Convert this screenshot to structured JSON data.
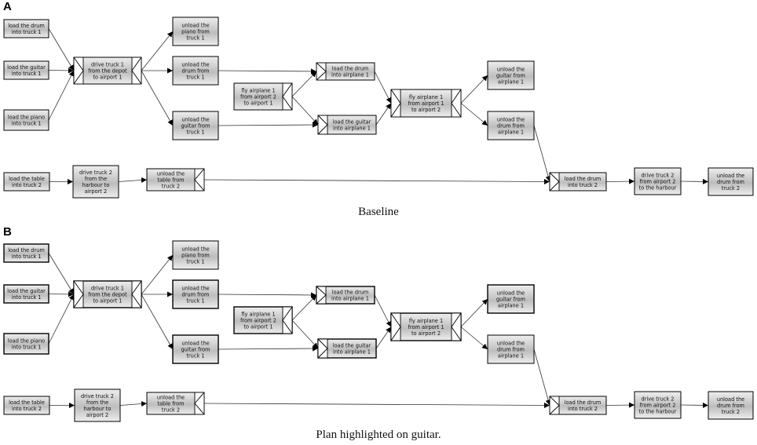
{
  "panels": [
    {
      "label": "A",
      "caption": "Baseline"
    },
    {
      "label": "B",
      "caption": "Plan highlighted on guitar."
    }
  ],
  "colors": {
    "node_fill_light": "#eeeeee",
    "node_fill_dark": "#bdbdbd",
    "border_default": "#000000",
    "highlight_yellow": "#f3e600",
    "highlight_blue": "#2c3fd6",
    "edge": "#333333"
  },
  "nodes": [
    {
      "id": "load_drum_t1",
      "lines": [
        "load the drum",
        "into truck 1"
      ],
      "highlight_b": "blue"
    },
    {
      "id": "load_guitar_t1",
      "lines": [
        "load the guitar",
        "into truck 1"
      ],
      "highlight_b": "yellow"
    },
    {
      "id": "load_piano_t1",
      "lines": [
        "load the piano",
        "into truck 1"
      ],
      "highlight_b": "blue"
    },
    {
      "id": "drive_t1",
      "lines": [
        "drive truck 1",
        "from the depot",
        "to airport 1"
      ],
      "highlight_b": "yellow"
    },
    {
      "id": "unload_piano_t1",
      "lines": [
        "unload the",
        "piano from",
        "truck 1"
      ],
      "highlight_b": "none"
    },
    {
      "id": "unload_drum_t1",
      "lines": [
        "unload the",
        "drum from",
        "truck 1"
      ],
      "highlight_b": "yellow"
    },
    {
      "id": "unload_guitar_t1",
      "lines": [
        "unload the",
        "guitar from",
        "truck 1"
      ],
      "highlight_b": "yellow"
    },
    {
      "id": "fly_a1_ap2",
      "lines": [
        "fly airplane 1",
        "from airport 2",
        "to airport 1"
      ],
      "highlight_b": "blue"
    },
    {
      "id": "load_drum_a1",
      "lines": [
        "load the drum",
        "into airplane 1"
      ],
      "highlight_b": "yellow"
    },
    {
      "id": "load_guitar_a1",
      "lines": [
        "load the guitar",
        "into airplane 1"
      ],
      "highlight_b": "yellow"
    },
    {
      "id": "fly_a1_ap1",
      "lines": [
        "fly airplane 1",
        "from airport 1",
        "to airport 2"
      ],
      "highlight_b": "yellow"
    },
    {
      "id": "unload_guitar_a1",
      "lines": [
        "unload the",
        "guitar from",
        "airplane 1"
      ],
      "highlight_b": "yellow"
    },
    {
      "id": "unload_drum_a1",
      "lines": [
        "unload the",
        "drum from",
        "airplane 1"
      ],
      "highlight_b": "none"
    },
    {
      "id": "load_table_t2",
      "lines": [
        "load the table",
        "into truck 2"
      ],
      "highlight_b": "none"
    },
    {
      "id": "drive_t2_hb",
      "lines": [
        "drive truck 2",
        "from the",
        "harbour to",
        "airport 2"
      ],
      "highlight_b": "none"
    },
    {
      "id": "unload_table_t2",
      "lines": [
        "unload the",
        "table from",
        "truck 2"
      ],
      "highlight_b": "none"
    },
    {
      "id": "load_drum_t2",
      "lines": [
        "load the drum",
        "into truck 2"
      ],
      "highlight_b": "none"
    },
    {
      "id": "drive_t2_ap2",
      "lines": [
        "drive truck 2",
        "from airport 2",
        "to the harbour"
      ],
      "highlight_b": "none"
    },
    {
      "id": "unload_drum_t2",
      "lines": [
        "unload the",
        "drum from",
        "truck 2"
      ],
      "highlight_b": "none"
    }
  ],
  "edges": [
    [
      "load_drum_t1",
      "drive_t1"
    ],
    [
      "load_guitar_t1",
      "drive_t1"
    ],
    [
      "load_piano_t1",
      "drive_t1"
    ],
    [
      "drive_t1",
      "unload_piano_t1"
    ],
    [
      "drive_t1",
      "unload_drum_t1"
    ],
    [
      "drive_t1",
      "unload_guitar_t1"
    ],
    [
      "unload_drum_t1",
      "load_drum_a1"
    ],
    [
      "unload_guitar_t1",
      "load_guitar_a1"
    ],
    [
      "fly_a1_ap2",
      "load_drum_a1"
    ],
    [
      "fly_a1_ap2",
      "load_guitar_a1"
    ],
    [
      "load_drum_a1",
      "fly_a1_ap1"
    ],
    [
      "load_guitar_a1",
      "fly_a1_ap1"
    ],
    [
      "fly_a1_ap1",
      "unload_guitar_a1"
    ],
    [
      "fly_a1_ap1",
      "unload_drum_a1"
    ],
    [
      "unload_drum_a1",
      "load_drum_t2"
    ],
    [
      "load_table_t2",
      "drive_t2_hb"
    ],
    [
      "drive_t2_hb",
      "unload_table_t2"
    ],
    [
      "unload_table_t2",
      "load_drum_t2"
    ],
    [
      "load_drum_t2",
      "drive_t2_ap2"
    ],
    [
      "drive_t2_ap2",
      "unload_drum_t2"
    ]
  ]
}
